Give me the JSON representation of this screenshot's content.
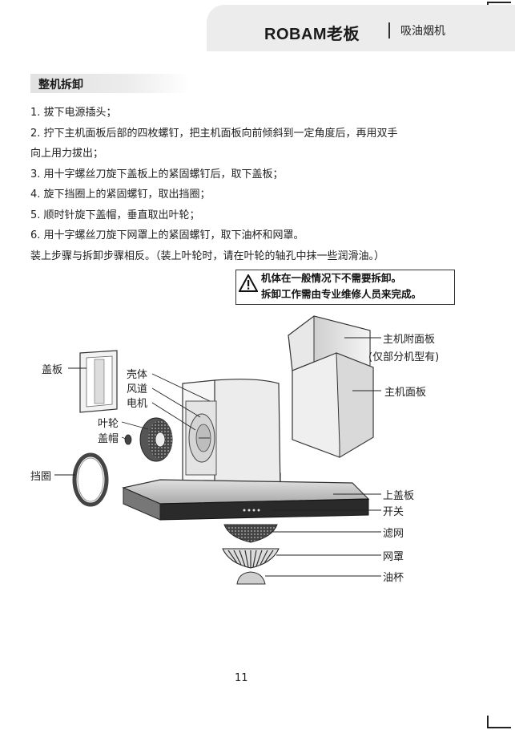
{
  "header": {
    "brand": "ROBAM老板",
    "category": "吸油烟机"
  },
  "section": {
    "title": "整机拆卸"
  },
  "steps": [
    "1. 拔下电源插头；",
    "2. 拧下主机面板后部的四枚螺钉，把主机面板向前倾斜到一定角度后，再用双手",
    "向上用力拔出；",
    "3. 用十字螺丝刀旋下盖板上的紧固螺钉后，取下盖板；",
    "4. 旋下挡圈上的紧固螺钉，取出挡圈；",
    "5. 顺时针旋下盖帽，垂直取出叶轮；",
    "6. 用十字螺丝刀旋下网罩上的紧固螺钉，取下油杯和网罩。",
    "装上步骤与拆卸步骤相反。（装上叶轮时，请在叶轮的轴孔中抹一些润滑油。）"
  ],
  "warning": {
    "line1": "机体在一般情况下不需要拆卸。",
    "line2": "拆卸工作需由专业维修人员来完成。"
  },
  "labels": {
    "cover_plate": "盖板",
    "shell": "壳体",
    "air_duct": "风道",
    "motor": "电机",
    "impeller": "叶轮",
    "cap": "盖帽",
    "retaining_ring": "挡圈",
    "aux_panel": "主机附面板",
    "aux_panel_note": "(仅部分机型有)",
    "main_panel": "主机面板",
    "upper_cover": "上盖板",
    "switch": "开关",
    "filter": "滤网",
    "mesh_cover": "网罩",
    "oil_cup": "油杯"
  },
  "page": {
    "number": "11"
  }
}
